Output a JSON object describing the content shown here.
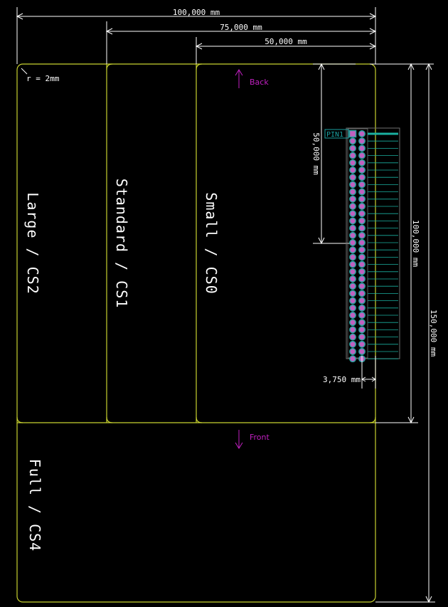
{
  "dimensions": {
    "width_large": "100,000 mm",
    "width_standard": "75,000 mm",
    "width_small": "50,000 mm",
    "connector_offset": "50,000 mm",
    "height_small": "100,000 mm",
    "height_full": "150,000 mm",
    "pin_offset": "3,750 mm"
  },
  "corner_radius_label": "r = 2mm",
  "direction": {
    "back": "Back",
    "front": "Front"
  },
  "boards": {
    "large": "Large / CS2",
    "standard": "Standard / CS1",
    "small": "Small / CS0",
    "full": "Full / CS4"
  },
  "connector": {
    "pin1_label": "PIN1",
    "rows": 32,
    "columns": 2
  },
  "colors": {
    "background": "#000000",
    "outline": "#c8d230",
    "dimension": "#ffffff",
    "magenta": "#c020c0",
    "pad_fill": "#c060c0",
    "pad_ring": "#2aa0a0",
    "trace": "#1ab0a0",
    "footprint_outline": "#707070"
  }
}
